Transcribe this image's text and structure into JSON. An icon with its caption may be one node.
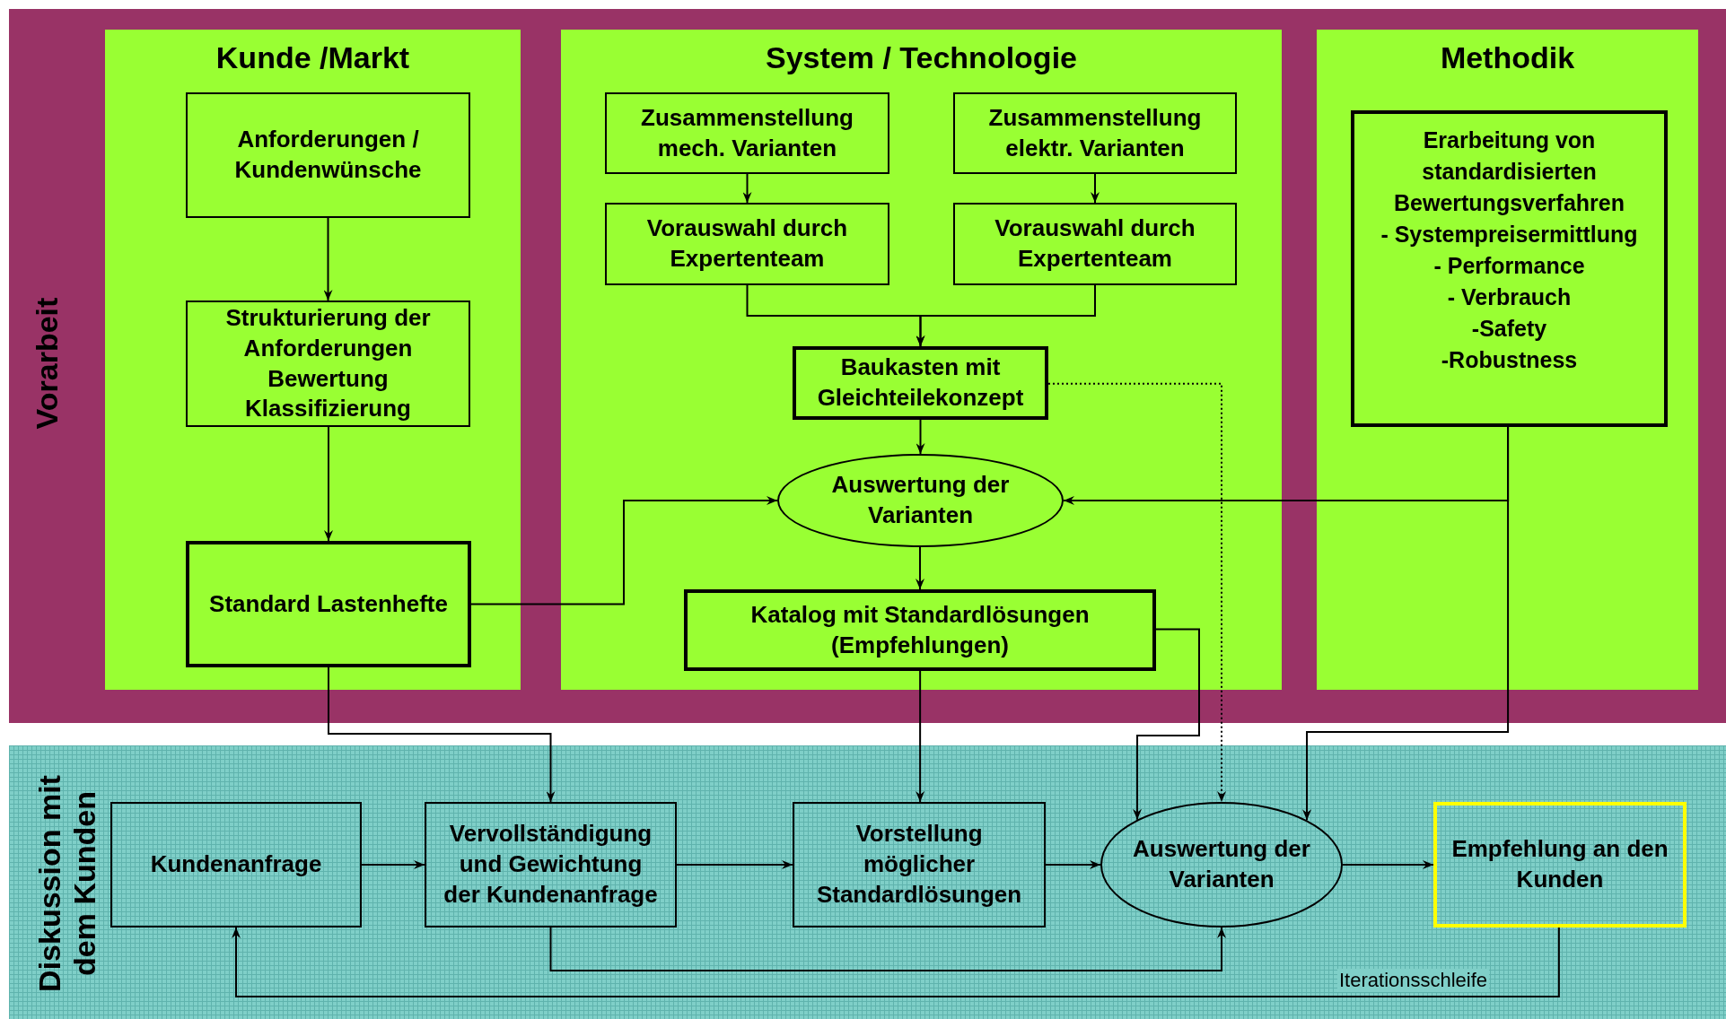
{
  "diagram": {
    "nodes": [
      {
        "text": [
          "Vorarbeit"
        ]
      },
      {
        "text": [
          "Kunde /Markt"
        ],
        "in": 0
      },
      {
        "text": [
          "Anforderungen / Kundenwünsche"
        ],
        "in": 1
      },
      {
        "text": [
          "Strukturierung der Anforderungen Bewertung Klassifizierung"
        ],
        "in": 1
      },
      {
        "text": [
          "Standard Lastenhefte"
        ],
        "in": 1
      },
      {
        "text": [
          "System / Technologie"
        ],
        "in": 0
      },
      {
        "text": [
          "Zusammenstellung mech. Varianten"
        ],
        "in": 5
      },
      {
        "text": [
          "Zusammenstellung elektr. Varianten"
        ],
        "in": 5
      },
      {
        "text": [
          "Vorauswahl durch Expertenteam"
        ],
        "in": 5
      },
      {
        "text": [
          "Vorauswahl durch Expertenteam"
        ],
        "in": 5
      },
      {
        "text": [
          "Baukasten mit Gleichteilekonzept"
        ],
        "in": 5
      },
      {
        "text": [
          "Auswertung der Varianten"
        ],
        "in": 5
      },
      {
        "text": [
          "Katalog mit Standardlösungen (Empfehlungen)"
        ],
        "in": 5
      },
      {
        "text": [
          "Methodik"
        ],
        "in": 0
      },
      {
        "text": [
          "Erarbeitung von standardisierten Bewertungsverfahren",
          "- Systempreisermittlung",
          "- Performance",
          "- Verbrauch",
          "-Safety",
          "-Robustness"
        ],
        "in": 13
      },
      {
        "text": [
          "Diskussion mit dem Kunden"
        ]
      },
      {
        "text": [
          "Kundenanfrage"
        ],
        "in": 15
      },
      {
        "text": [
          "Vervollständigung und Gewichtung der Kundenanfrage"
        ],
        "in": 15
      },
      {
        "text": [
          "Vorstellung möglicher Standardlösungen"
        ],
        "in": 15
      },
      {
        "text": [
          "Auswertung der Varianten"
        ],
        "in": 15
      },
      {
        "text": [
          "Empfehlung an den Kunden"
        ],
        "in": 15
      }
    ],
    "edges": [
      {
        "from": 2,
        "to": 3,
        "arrow": "to"
      },
      {
        "from": 3,
        "to": 4,
        "arrow": "to"
      },
      {
        "from": 6,
        "to": 8,
        "arrow": "to"
      },
      {
        "from": 7,
        "to": 9,
        "arrow": "to"
      },
      {
        "from": 8,
        "to": 10,
        "arrow": "to"
      },
      {
        "from": 9,
        "to": 10,
        "arrow": "to"
      },
      {
        "from": 10,
        "to": 11,
        "arrow": "to"
      },
      {
        "from": 11,
        "to": 12,
        "arrow": "to"
      },
      {
        "from": 4,
        "to": 11,
        "arrow": "to"
      },
      {
        "from": 14,
        "to": 11,
        "arrow": "to"
      },
      {
        "from": 4,
        "to": 17,
        "arrow": "to"
      },
      {
        "from": 12,
        "to": 18,
        "arrow": "to"
      },
      {
        "from": 12,
        "to": 19,
        "arrow": "to"
      },
      {
        "from": 10,
        "to": 19,
        "arrow": "to",
        "style": "dashed"
      },
      {
        "from": 14,
        "to": 19,
        "arrow": "to"
      },
      {
        "from": 16,
        "to": 17,
        "arrow": "to"
      },
      {
        "from": 17,
        "to": 18,
        "arrow": "to"
      },
      {
        "from": 18,
        "to": 19,
        "arrow": "to"
      },
      {
        "from": 19,
        "to": 20,
        "arrow": "to"
      },
      {
        "from": 17,
        "to": 19,
        "arrow": "to"
      },
      {
        "from": 20,
        "to": 16,
        "arrow": "to",
        "label": "Iterationsschleife"
      }
    ]
  }
}
